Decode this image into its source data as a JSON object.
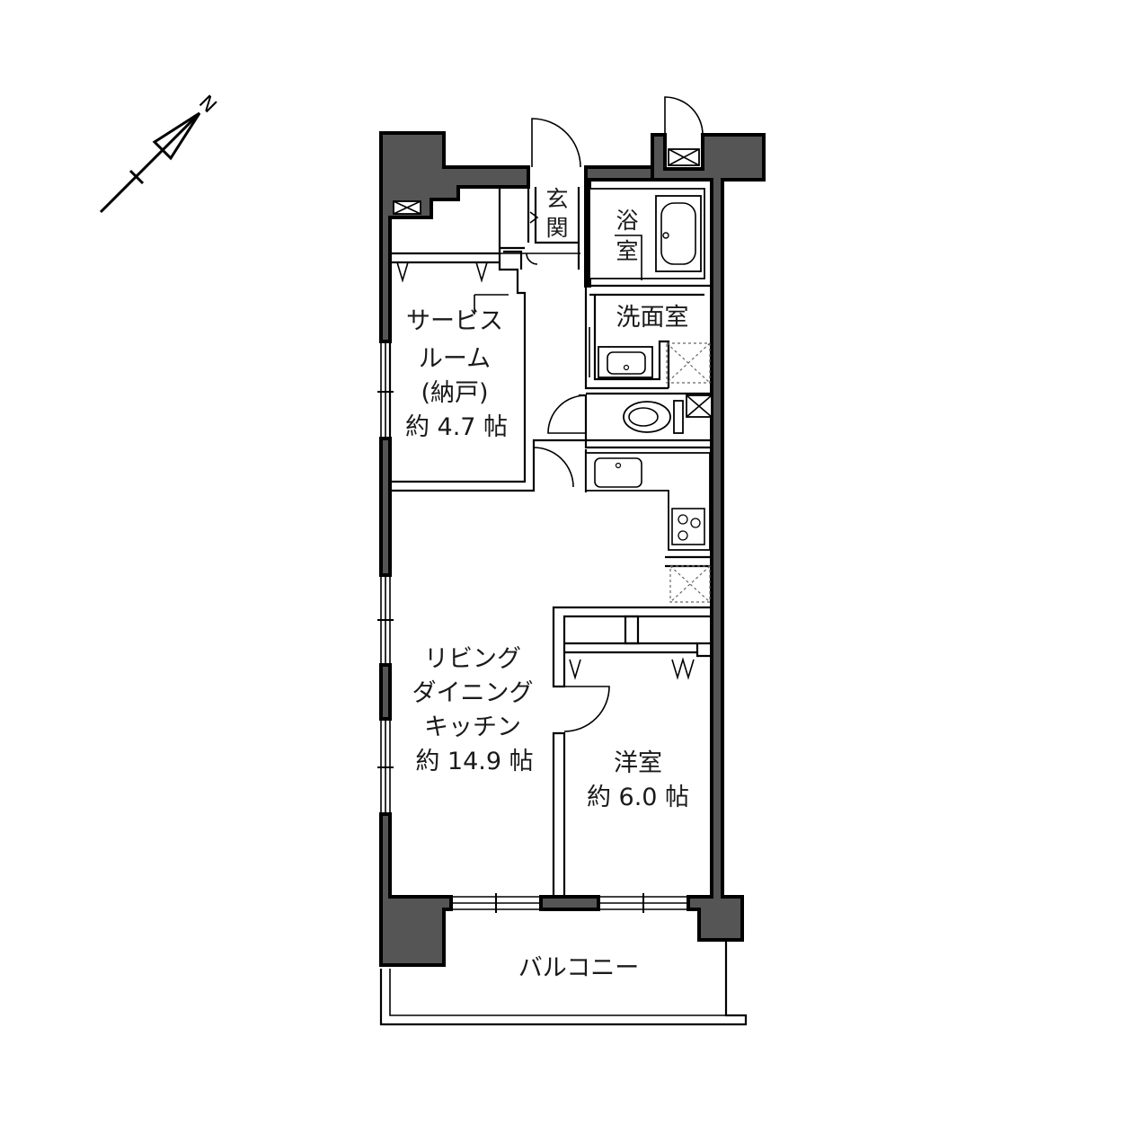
{
  "compass": {
    "label": "N"
  },
  "rooms": {
    "service_room": {
      "line1": "サービス",
      "line2": "ルーム",
      "line3": "(納戸)",
      "area": "約 4.7 帖"
    },
    "entrance": {
      "char1": "玄",
      "char2": "関"
    },
    "bath": {
      "char1": "浴",
      "char2": "室"
    },
    "washroom": {
      "label": "洗面室"
    },
    "ldk": {
      "line1": "リビング",
      "line2": "ダイニング",
      "line3": "キッチン",
      "area": "約 14.9 帖"
    },
    "western_room": {
      "line1": "洋室",
      "area": "約 6.0 帖"
    },
    "balcony": {
      "label": "バルコニー"
    }
  }
}
